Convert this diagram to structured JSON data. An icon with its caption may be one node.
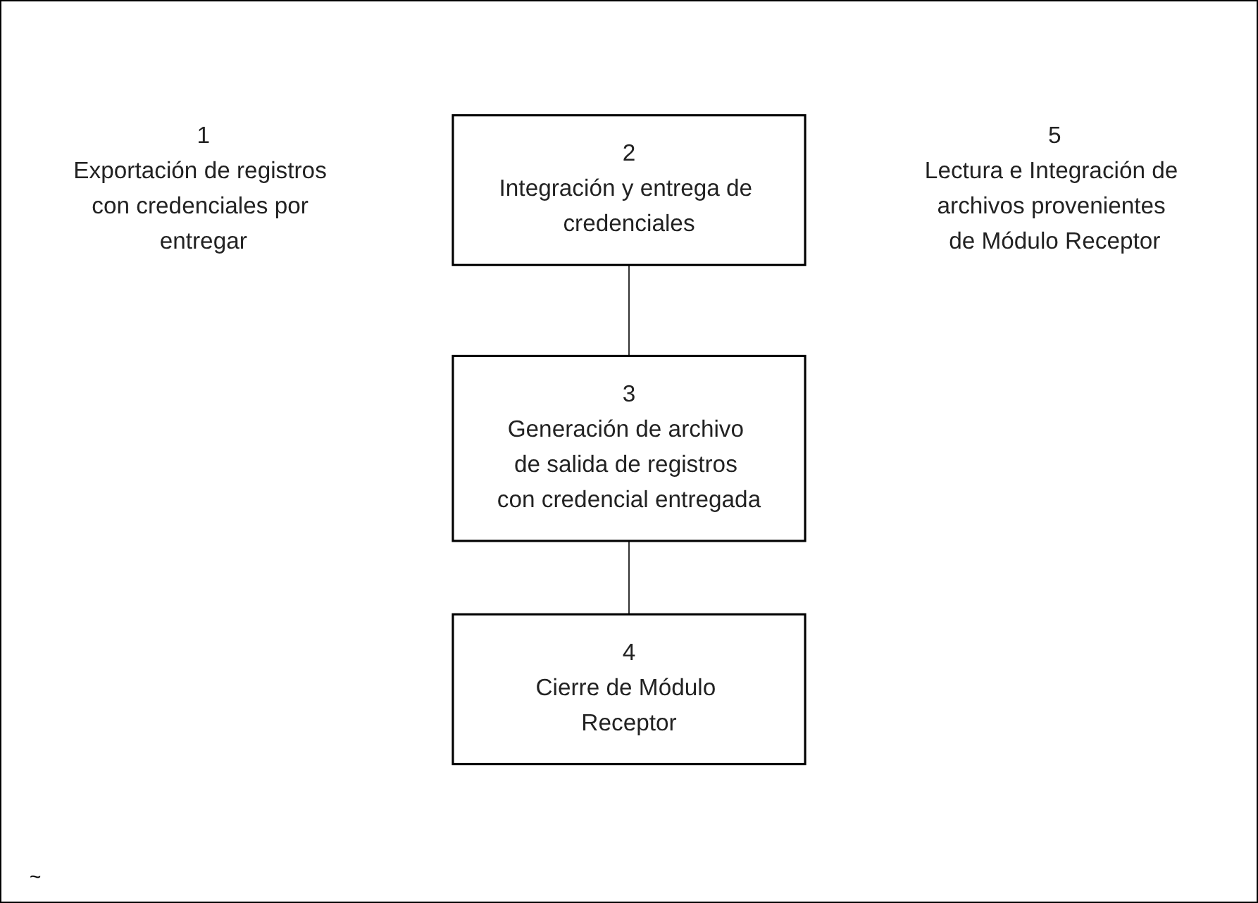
{
  "diagram": {
    "nodes": [
      {
        "text": [
          "1",
          "Exportación de registros con credenciales por entregar"
        ]
      },
      {
        "text": [
          "2",
          "Integración y entrega de credenciales"
        ]
      },
      {
        "text": [
          "3",
          "Generación de archivo de salida de registros con credencial entregada"
        ]
      },
      {
        "text": [
          "4",
          "Cierre de Módulo Receptor"
        ]
      },
      {
        "text": [
          "5",
          "Lectura e Integración de archivos provenientes de Módulo Receptor"
        ]
      }
    ],
    "edges": [
      {
        "from": 1,
        "to": 2,
        "arrow": "none"
      },
      {
        "from": 2,
        "to": 3,
        "arrow": "none"
      }
    ],
    "labels": [
      "~"
    ]
  }
}
